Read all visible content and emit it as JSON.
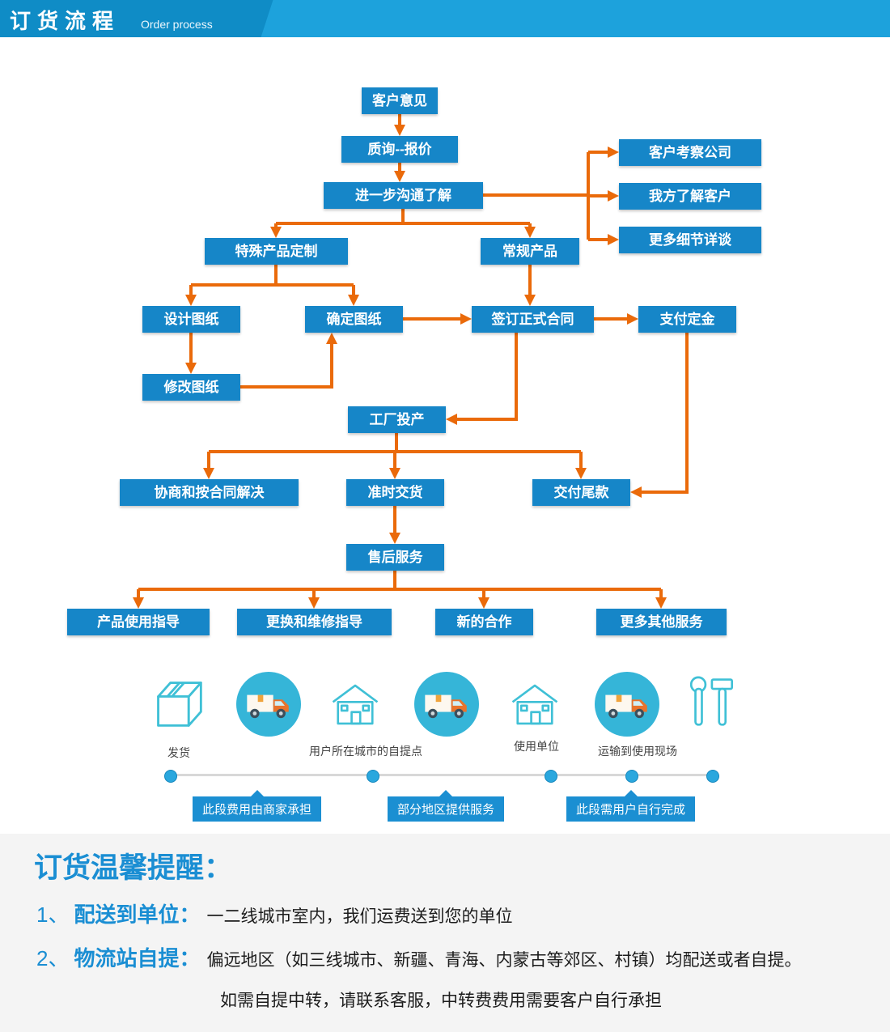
{
  "header": {
    "title": "订货流程",
    "subtitle": "Order process"
  },
  "flow": {
    "customer_opinion": "客户意见",
    "inquiry_quote": "质询--报价",
    "further_communication": "进一步沟通了解",
    "customer_visit": "客户考察公司",
    "know_customer": "我方了解客户",
    "more_details": "更多细节详谈",
    "custom_product": "特殊产品定制",
    "regular_product": "常规产品",
    "design_drawing": "设计图纸",
    "confirm_drawing": "确定图纸",
    "sign_contract": "签订正式合同",
    "pay_deposit": "支付定金",
    "modify_drawing": "修改图纸",
    "factory_production": "工厂投产",
    "negotiate_resolve": "协商和按合同解决",
    "on_time_delivery": "准时交货",
    "pay_balance": "交付尾款",
    "after_sales": "售后服务",
    "usage_guidance": "产品使用指导",
    "replacement_repair": "更换和维修指导",
    "new_cooperation": "新的合作",
    "more_services": "更多其他服务"
  },
  "logistics": {
    "ship_label": "发货",
    "pickup_label": "用户所在城市的自提点",
    "unit_label": "使用单位",
    "transport_label": "运输到使用现场",
    "tags": [
      "此段费用由商家承担",
      "部分地区提供服务",
      "此段需用户自行完成"
    ]
  },
  "icons": {
    "package": "package-box-icon",
    "truck": "delivery-truck-icon",
    "house": "pickup-point-house-icon",
    "tools": "tools-icon"
  },
  "notice": {
    "title": "订货温馨提醒：",
    "item1_num": "1、",
    "item1_label": "配送到单位：",
    "item1_text": "一二线城市室内，我们运费送到您的单位",
    "item2_num": "2、",
    "item2_label": "物流站自提：",
    "item2_text": "偏远地区（如三线城市、新疆、青海、内蒙古等郊区、村镇）均配送或者自提。",
    "item2_text2": "如需自提中转，请联系客服，中转费费用需要客户自行承担"
  },
  "colors": {
    "header_blue": "#1da2dc",
    "header_dark_blue": "#0f8cc6",
    "node_blue": "#1686c8",
    "arrow_orange": "#ea6a0a",
    "icon_teal": "#3fc0d6",
    "truck_circle_teal": "#35b5d8",
    "dot_blue": "#2aa7de",
    "tag_blue": "#1b8fd2",
    "notice_bg": "#f4f4f4",
    "notice_blue": "#1a8ed3"
  }
}
